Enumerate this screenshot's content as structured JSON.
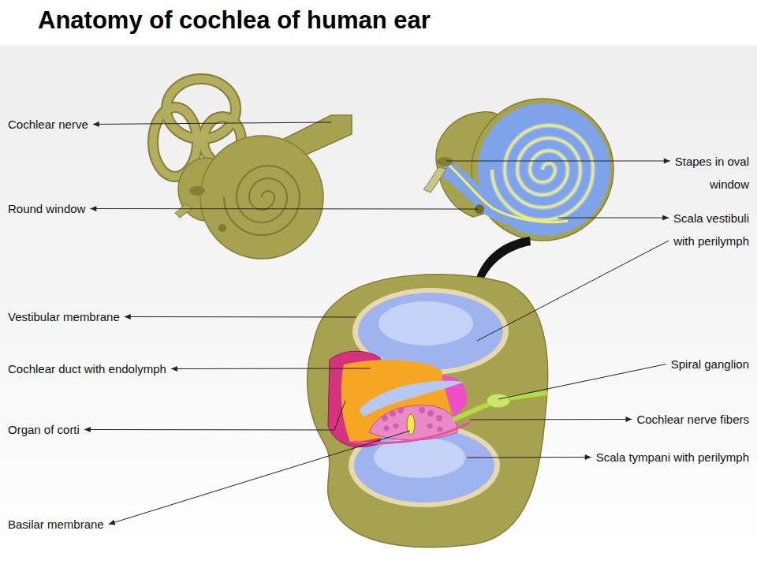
{
  "diagram": {
    "title": "Anatomy of cochlea of human ear",
    "labels": [
      "Cochlear nerve",
      "Stapes in oval window",
      "Round window",
      "Scala vestibuli with perilymph",
      "Vestibular membrane",
      "Spiral ganglion",
      "Cochlear duct with endolymph",
      "Cochlear nerve fibers",
      "Organ of corti",
      "Scala tympani with perilymph",
      "Basilar membrane"
    ]
  }
}
